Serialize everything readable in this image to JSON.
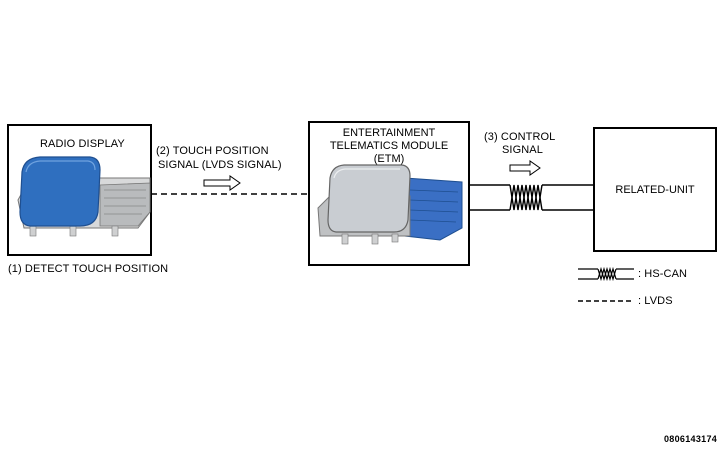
{
  "radio_display": {
    "title": "RADIO DISPLAY"
  },
  "etm": {
    "title_line1": "ENTERTAINMENT",
    "title_line2": "TELEMATICS MODULE",
    "title_line3": "(ETM)"
  },
  "related_unit": {
    "title": "RELATED-UNIT"
  },
  "signals": {
    "touch_position_line1": "(2) TOUCH POSITION",
    "touch_position_line2": "SIGNAL (LVDS SIGNAL)",
    "control_line1": "(3) CONTROL",
    "control_line2": "SIGNAL",
    "detect_touch": "(1) DETECT TOUCH POSITION"
  },
  "legend": {
    "hs_can": ": HS-CAN",
    "lvds": ": LVDS"
  },
  "figure_code": "0806143174",
  "colors": {
    "display_blue": "#2f6fbf",
    "etm_screen_gray": "#c9cdd2",
    "etm_blue": "#3a6fc4",
    "line": "#000000"
  }
}
